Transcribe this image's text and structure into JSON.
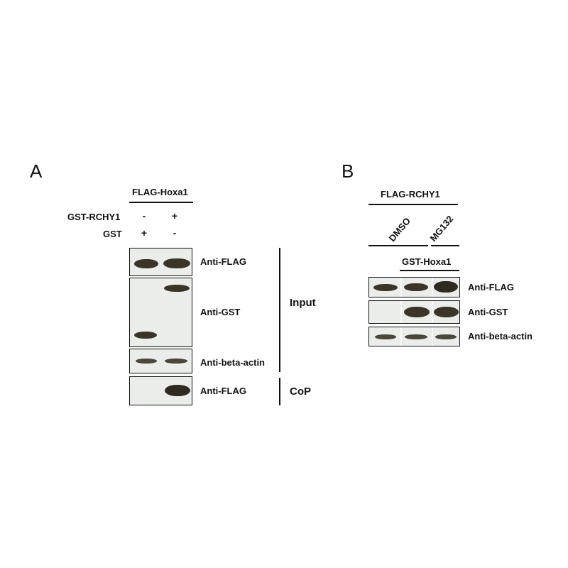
{
  "panel_a": {
    "letter": "A",
    "construct": "FLAG-Hoxa1",
    "rows": [
      {
        "label": "GST-RCHY1",
        "lane1": "-",
        "lane2": "+"
      },
      {
        "label": "GST",
        "lane1": "+",
        "lane2": "-"
      }
    ],
    "blots": [
      {
        "label": "Anti-FLAG"
      },
      {
        "label": "Anti-GST"
      },
      {
        "label": "Anti-beta-actin"
      },
      {
        "label": "Anti-FLAG"
      }
    ],
    "groups": {
      "input": "Input",
      "cop": "CoP"
    }
  },
  "panel_b": {
    "letter": "B",
    "construct": "FLAG-RCHY1",
    "treatments": [
      "DMSO",
      "MG132"
    ],
    "construct2": "GST-Hoxa1",
    "blots": [
      {
        "label": "Anti-FLAG"
      },
      {
        "label": "Anti-GST"
      },
      {
        "label": "Anti-beta-actin"
      }
    ]
  },
  "colors": {
    "band": "#3a3527",
    "membrane": "#ebedea",
    "ink": "#111111"
  }
}
